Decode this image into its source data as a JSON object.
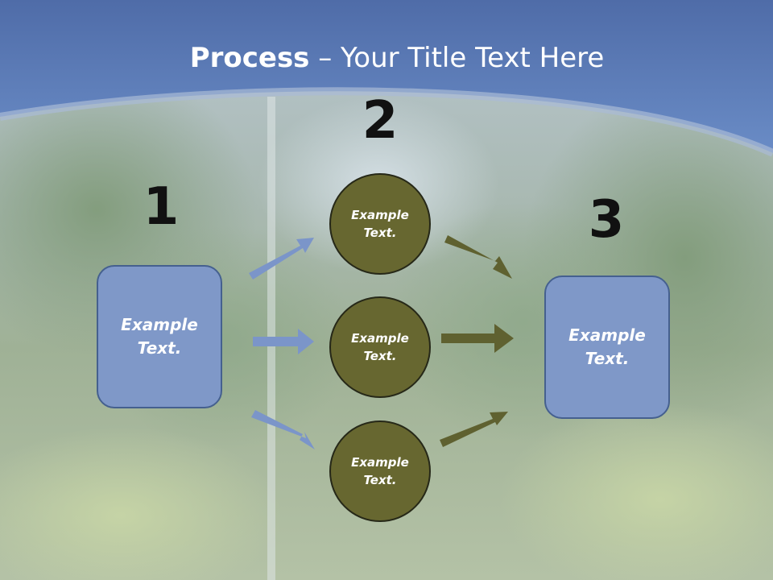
{
  "title": {
    "bold": "Process",
    "rest": " – Your Title Text Here"
  },
  "numbers": [
    "1",
    "2",
    "3"
  ],
  "left_box": {
    "label": "Example Text."
  },
  "right_box": {
    "label": "Example Text."
  },
  "circles": [
    {
      "label": "Example Text."
    },
    {
      "label": "Example Text."
    },
    {
      "label": "Example Text."
    }
  ],
  "colors": {
    "header_blue": "#5a7cb8",
    "box_fill": "#7f98c8",
    "circle_fill": "#676730",
    "arrow_blue": "#7b95c9",
    "arrow_olive": "#5f6130"
  }
}
